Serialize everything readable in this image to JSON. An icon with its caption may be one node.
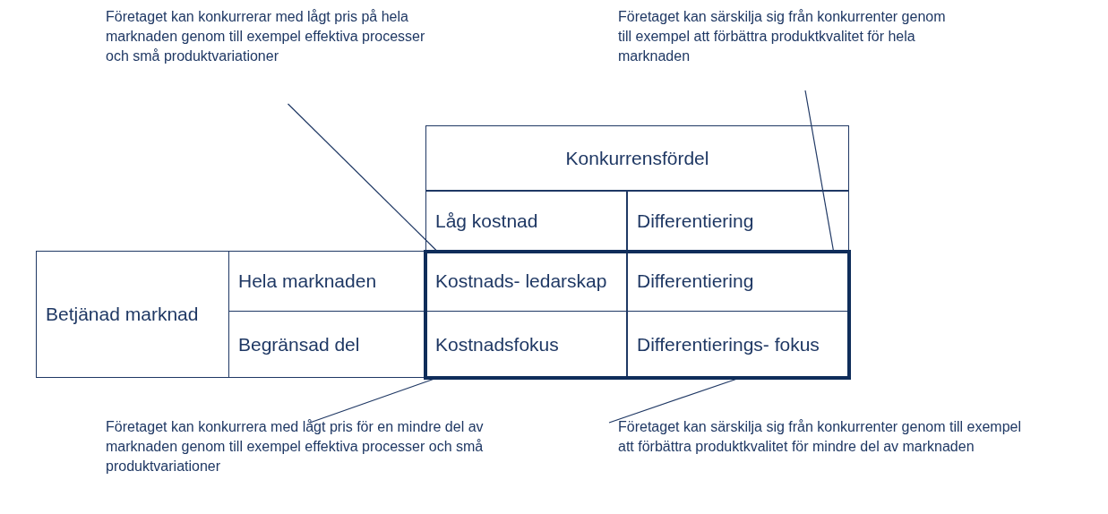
{
  "diagram": {
    "nodes": [
      {
        "text": [
          "Företaget kan konkurrerar med lågt pris på hela marknaden genom till exempel effektiva processer och små produktvariationer"
        ]
      },
      {
        "text": [
          "Företaget kan särskilja sig från konkurrenter genom till exempel  att förbättra produktkvalitet för hela marknaden"
        ]
      },
      {
        "text": [
          "Konkurrensfördel"
        ]
      },
      {
        "text": [
          "Låg kostnad"
        ]
      },
      {
        "text": [
          "Differentiering"
        ]
      },
      {
        "text": [
          "Betjänad marknad"
        ]
      },
      {
        "text": [
          "Hela marknaden"
        ]
      },
      {
        "text": [
          "Kostnads- ledarskap"
        ]
      },
      {
        "text": [
          "Differentiering"
        ]
      },
      {
        "text": [
          "Begränsad del"
        ]
      },
      {
        "text": [
          "Kostnadsfokus"
        ]
      },
      {
        "text": [
          "Differentierings- fokus"
        ]
      },
      {
        "text": [
          "Företaget kan konkurrera med lågt pris för en mindre del av marknaden genom till exempel effektiva processer och små produktvariationer"
        ]
      },
      {
        "text": [
          "Företaget kan särskilja sig från konkurrenter genom till exempel  att förbättra produktkvalitet för mindre del av marknaden"
        ]
      }
    ],
    "edges": [
      {
        "from": 0,
        "to": 7,
        "arrow": "none"
      },
      {
        "from": 1,
        "to": 8,
        "arrow": "none"
      },
      {
        "from": 12,
        "to": 10,
        "arrow": "none"
      },
      {
        "from": 13,
        "to": 11,
        "arrow": "none"
      }
    ]
  }
}
